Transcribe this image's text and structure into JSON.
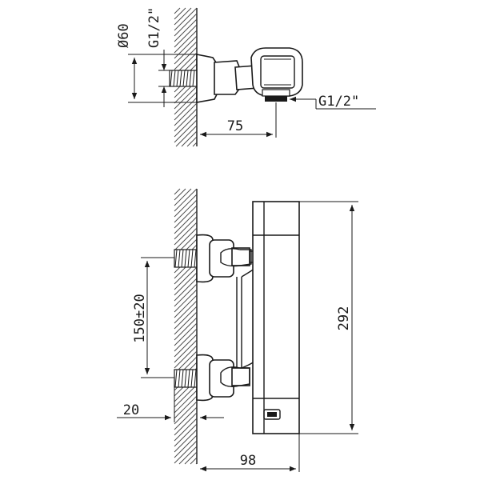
{
  "dimensions": {
    "top_diameter": "Ø60",
    "top_thread_vertical": "G1/2\"",
    "top_thread_horizontal": "G1/2\"",
    "top_depth": "75",
    "bottom_spacing": "150±20",
    "bottom_height": "292",
    "bottom_wall_offset": "20",
    "bottom_depth": "98"
  }
}
